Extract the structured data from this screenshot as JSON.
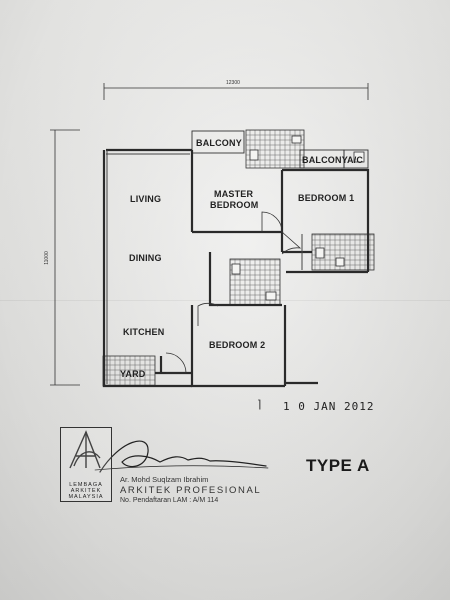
{
  "dimensions": {
    "width": "12300",
    "height": "11000"
  },
  "rooms": {
    "balcony_1": "BALCONY",
    "balcony_2": "BALCONY",
    "ac": "A/C",
    "living": "LIVING",
    "master_line1": "MASTER",
    "master_line2": "BEDROOM",
    "bedroom1": "BEDROOM 1",
    "dining": "DINING",
    "kitchen": "KITCHEN",
    "bedroom2": "BEDROOM 2",
    "yard": "YARD"
  },
  "stamp": {
    "mark": "⌉",
    "date": "1 0 JAN 2012"
  },
  "logo": {
    "line1": "LEMBAGA",
    "line2": "ARKITEK",
    "line3": "MALAYSIA"
  },
  "architect": {
    "name": "Ar. Mohd Suqlzam Ibrahim",
    "title": "ARKITEK PROFESIONAL",
    "registration": "No. Pendaftaran LAM : A/M 114"
  },
  "unit_type": "TYPE A"
}
